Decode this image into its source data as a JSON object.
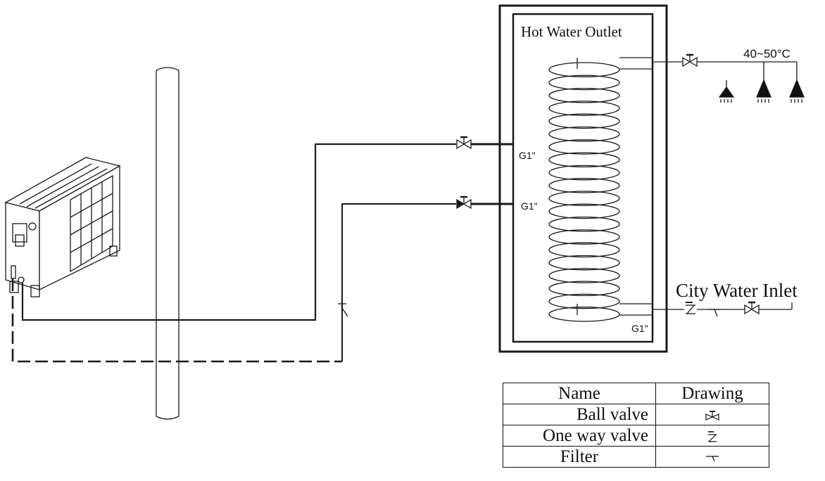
{
  "labels": {
    "hot_water_outlet": "Hot Water Outlet",
    "city_water_inlet": "City Water Inlet",
    "temperature": "40~50°C",
    "fitting_upper": "G1\"",
    "fitting_lower": "G1\"",
    "fitting_bottom": "G1\""
  },
  "legend": {
    "header_name": "Name",
    "header_drawing": "Drawing",
    "rows": [
      {
        "name": "Ball valve",
        "symbol": "ball-valve-icon"
      },
      {
        "name": "One way valve",
        "symbol": "one-way-valve-icon"
      },
      {
        "name": "Filter",
        "symbol": "filter-icon"
      }
    ]
  },
  "colors": {
    "line": "#1a1a1a",
    "background": "#ffffff"
  }
}
